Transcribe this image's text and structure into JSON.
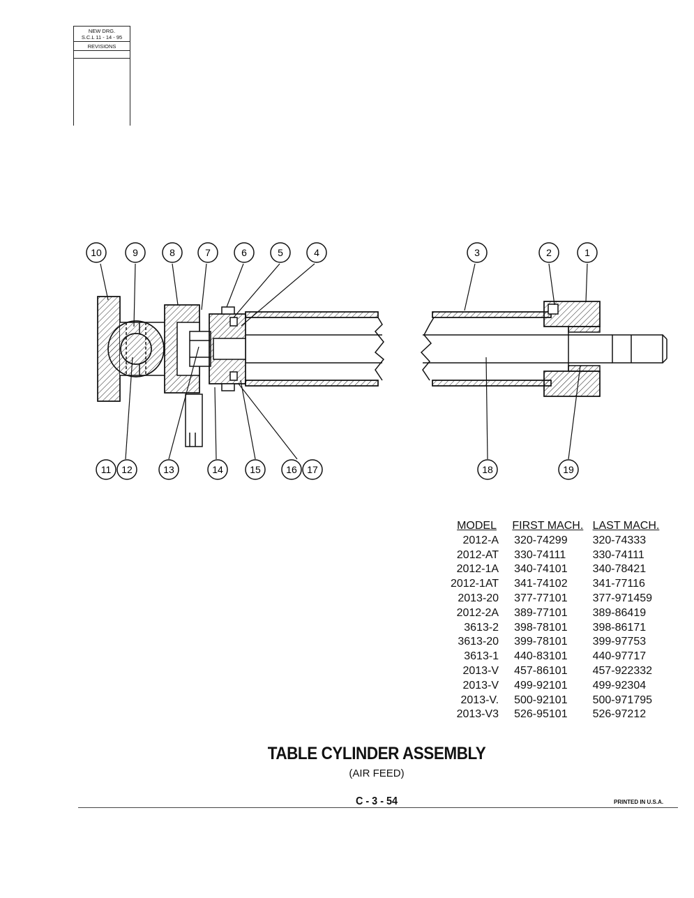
{
  "revision_block": {
    "line1": "NEW DRG.",
    "line2": "S.C.L  11 - 14 - 95",
    "line3": "REVISIONS"
  },
  "callouts": [
    "10",
    "9",
    "8",
    "7",
    "6",
    "5",
    "4",
    "3",
    "2",
    "1",
    "11",
    "12",
    "13",
    "14",
    "15",
    "16",
    "17",
    "18",
    "19"
  ],
  "table": {
    "headers": [
      "MODEL",
      "FIRST MACH.",
      "LAST MACH."
    ],
    "rows": [
      [
        "2012-A",
        "320-74299",
        "320-74333"
      ],
      [
        "2012-AT",
        "330-74111",
        "330-74111"
      ],
      [
        "2012-1A",
        "340-74101",
        "340-78421"
      ],
      [
        "2012-1AT",
        "341-74102",
        "341-77116"
      ],
      [
        "2013-20",
        "377-77101",
        "377-971459"
      ],
      [
        "2012-2A",
        "389-77101",
        "389-86419"
      ],
      [
        "3613-2",
        "398-78101",
        "398-86171"
      ],
      [
        "3613-20",
        "399-78101",
        "399-97753"
      ],
      [
        "3613-1",
        "440-83101",
        "440-97717"
      ],
      [
        "2013-V",
        "457-86101",
        "457-922332"
      ],
      [
        "2013-V",
        "499-92101",
        "499-92304"
      ],
      [
        "2013-V.",
        "500-92101",
        "500-971795"
      ],
      [
        "2013-V3",
        "526-95101",
        "526-97212"
      ]
    ]
  },
  "title": "TABLE CYLINDER ASSEMBLY",
  "subtitle": "(AIR FEED)",
  "page_number": "C - 3 - 54",
  "printed_in": "PRINTED IN U.S.A."
}
